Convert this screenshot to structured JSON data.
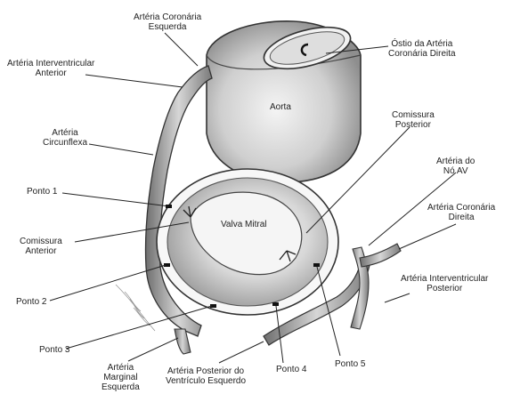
{
  "diagram": {
    "labels": {
      "arteria_coronaria_esquerda": [
        "Artéria Coronária",
        "Esquerda"
      ],
      "ostio_coronaria_direita": [
        "Óstio da Artéria",
        "Coronária Direita"
      ],
      "arteria_interventricular_anterior": [
        "Artéria Interventricular",
        "Anterior"
      ],
      "aorta": "Aorta",
      "comissura_posterior": [
        "Comissura",
        "Posterior"
      ],
      "arteria_circunflexa": [
        "Artéria",
        "Circunflexa"
      ],
      "arteria_no_av": [
        "Artéria do",
        "Nó AV"
      ],
      "ponto_1": "Ponto 1",
      "arteria_coronaria_direita": [
        "Artéria Coronária",
        "Direita"
      ],
      "valva_mitral": "Valva Mitral",
      "comissura_anterior": [
        "Comissura",
        "Anterior"
      ],
      "arteria_interventricular_posterior": [
        "Artéria Interventricular",
        "Posterior"
      ],
      "ponto_2": "Ponto 2",
      "ponto_3": "Ponto 3",
      "ponto_4": "Ponto 4",
      "ponto_5": "Ponto 5",
      "arteria_marginal_esquerda": [
        "Artéria",
        "Marginal",
        "Esquerda"
      ],
      "arteria_posterior_ventriculo_esquerdo": [
        "Artéria Posterior do",
        "Ventrículo Esquerdo"
      ]
    }
  }
}
